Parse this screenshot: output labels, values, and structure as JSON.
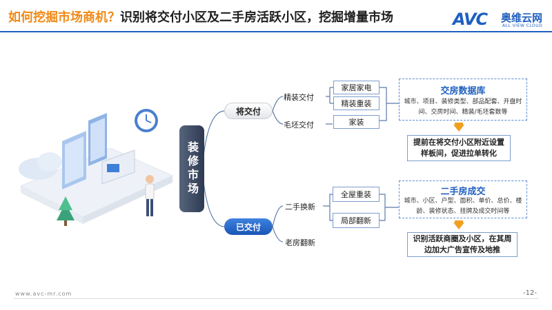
{
  "header": {
    "title_highlight": "如何挖掘市场商机？",
    "title_rest": "识别将交付小区及二手房活跃小区，挖掘增量市场"
  },
  "logo": {
    "mark": "AVC",
    "cn": "奥维云网",
    "en": "ALL VIEW CLOUD"
  },
  "diagram": {
    "root": "装修市场",
    "branches": [
      {
        "label": "将交付",
        "subs": [
          {
            "label": "精装交付",
            "items": [
              "家居家电",
              "精装重装"
            ]
          },
          {
            "label": "毛坯交付",
            "items": [
              "家装"
            ]
          }
        ],
        "database": {
          "title": "交房数据库",
          "body": "城市、项目、装修类型、部品配套、开盘时间、交房时间、精装/毛坯套数等"
        },
        "action": "提前在将交付小区附近设置样板间，促进拉单转化"
      },
      {
        "label": "已交付",
        "subs": [
          {
            "label": "二手换新",
            "items": [
              "全屋重装",
              "局部翻新"
            ]
          },
          {
            "label": "老房翻新",
            "items": []
          }
        ],
        "database": {
          "title": "二手房成交",
          "body": "城市、小区、户型、面积、单价、总价、楼龄、装修状态、挂牌及成交时间等"
        },
        "action": "识别活跃商圈及小区，在其周边加大广告宣传及地推"
      }
    ]
  },
  "footer": {
    "url": "www.avc-mr.com",
    "page": "-12-"
  },
  "colors": {
    "accent_orange": "#f08a17",
    "brand_blue": "#1f5fbf",
    "arrow_orange": "#f0a020"
  }
}
